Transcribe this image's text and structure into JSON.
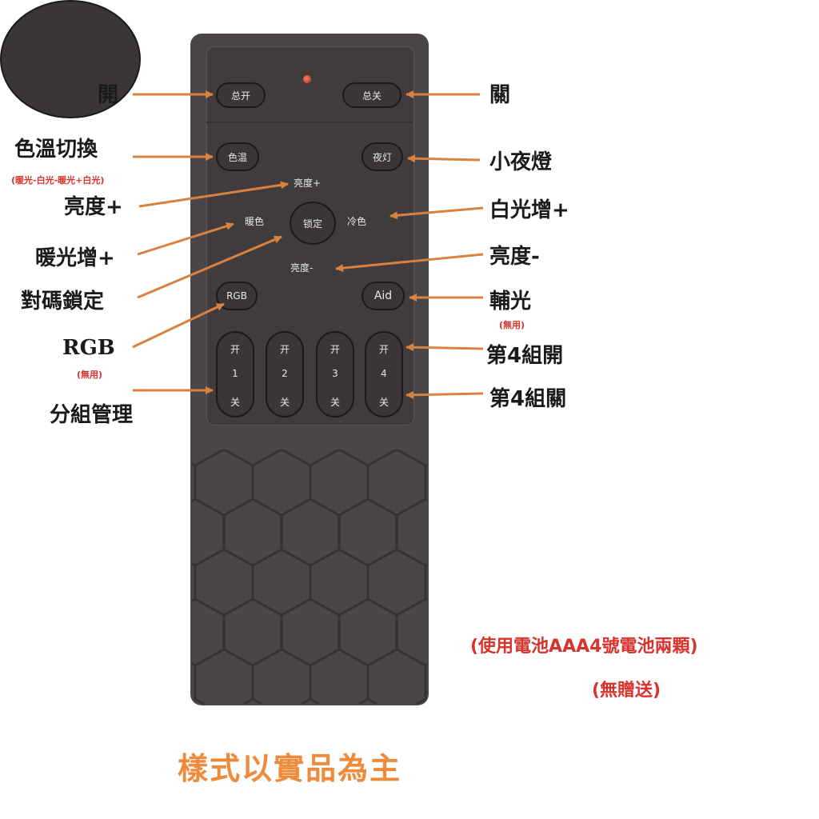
{
  "remote": {
    "buttons": {
      "power_on": "总开",
      "power_off": "总关",
      "color_temp": "色温",
      "night_light": "夜灯",
      "brightness_up": "亮度+",
      "warm": "暖色",
      "lock": "锁定",
      "cool": "冷色",
      "brightness_down": "亮度-",
      "rgb": "RGB",
      "aid": "Aid"
    },
    "groups": [
      {
        "on": "开",
        "num": "1",
        "off": "关"
      },
      {
        "on": "开",
        "num": "2",
        "off": "关"
      },
      {
        "on": "开",
        "num": "3",
        "off": "关"
      },
      {
        "on": "开",
        "num": "4",
        "off": "关"
      }
    ]
  },
  "annotations": {
    "left": {
      "open": "開",
      "color_temp_switch": "色溫切換",
      "color_temp_sub": "(暖光-白光-暖光+白光)",
      "brightness_up": "亮度+",
      "warm_up": "暖光增+",
      "pair_lock": "對碼鎖定",
      "rgb": "RGB",
      "rgb_sub": "(無用)",
      "group_manage": "分組管理"
    },
    "right": {
      "close": "關",
      "night_light": "小夜燈",
      "white_up": "白光增+",
      "brightness_down": "亮度-",
      "aux_light": "輔光",
      "aux_sub": "(無用)",
      "group4_on": "第4組開",
      "group4_off": "第4組關"
    }
  },
  "notes": {
    "battery": "(使用電池AAA4號電池兩顆)",
    "no_gift": "(無贈送)",
    "footer": "樣式以實品為主"
  },
  "colors": {
    "remote_body": "#4a4647",
    "arrow": "#d9823f",
    "red_text": "#d8322c",
    "footer_text": "#ee8a3a"
  }
}
